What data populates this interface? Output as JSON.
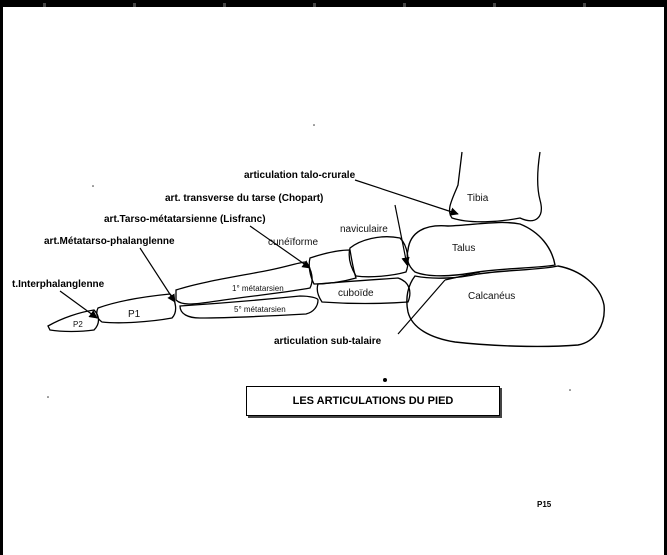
{
  "diagram": {
    "title": "LES ARTICULATIONS DU PIED",
    "page_number": "P15",
    "joint_labels": {
      "talo_crurale": "articulation talo-crurale",
      "chopart": "art. transverse du tarse (Chopart)",
      "lisfranc": "art.Tarso-métatarsienne (Lisfranc)",
      "metatarso_phalangienne": "art.Métatarso-phalanglenne",
      "interphalangienne": "t.Interphalanglenne",
      "sub_talaire": "articulation sub-talaire"
    },
    "bone_labels": {
      "tibia": "Tibia",
      "talus": "Talus",
      "calcaneus": "Calcanéus",
      "naviculaire": "naviculaire",
      "cuneiforme": "cunéïforme",
      "cuboide": "cuboïde",
      "metatarsien_1": "1° métatarsien",
      "metatarsien_5": "5° métatarsien",
      "p1": "P1",
      "p2": "P2"
    }
  }
}
